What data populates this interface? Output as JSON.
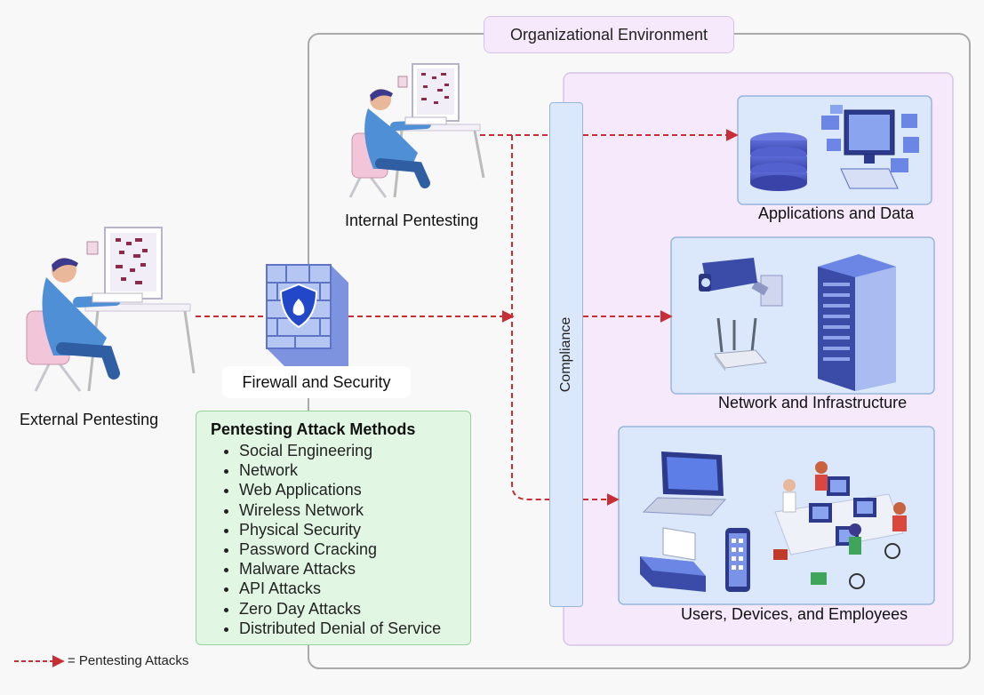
{
  "organizational_environment": "Organizational Environment",
  "external_pentesting": "External Pentesting",
  "internal_pentesting": "Internal Pentesting",
  "firewall_and_security": "Firewall and Security",
  "compliance": "Compliance",
  "methods": {
    "title": "Pentesting Attack Methods",
    "items": [
      "Social Engineering",
      "Network",
      "Web Applications",
      "Wireless Network",
      "Physical Security",
      "Password Cracking",
      "Malware Attacks",
      "API Attacks",
      "Zero Day Attacks",
      "Distributed Denial of Service"
    ]
  },
  "targets": {
    "applications": "Applications and Data",
    "network": "Network and Infrastructure",
    "users": "Users, Devices, and  Employees"
  },
  "legend": {
    "text": "= Pentesting Attacks"
  },
  "colors": {
    "attack_line": "#c62f36",
    "org_border": "#a9a9a9",
    "pink_panel": "#f5e9fb",
    "blue_panel": "#dbe8fb",
    "green_panel": "#e2f7e3",
    "person_shirt": "#4f8fd6",
    "person_hair": "#3c3a8c"
  }
}
